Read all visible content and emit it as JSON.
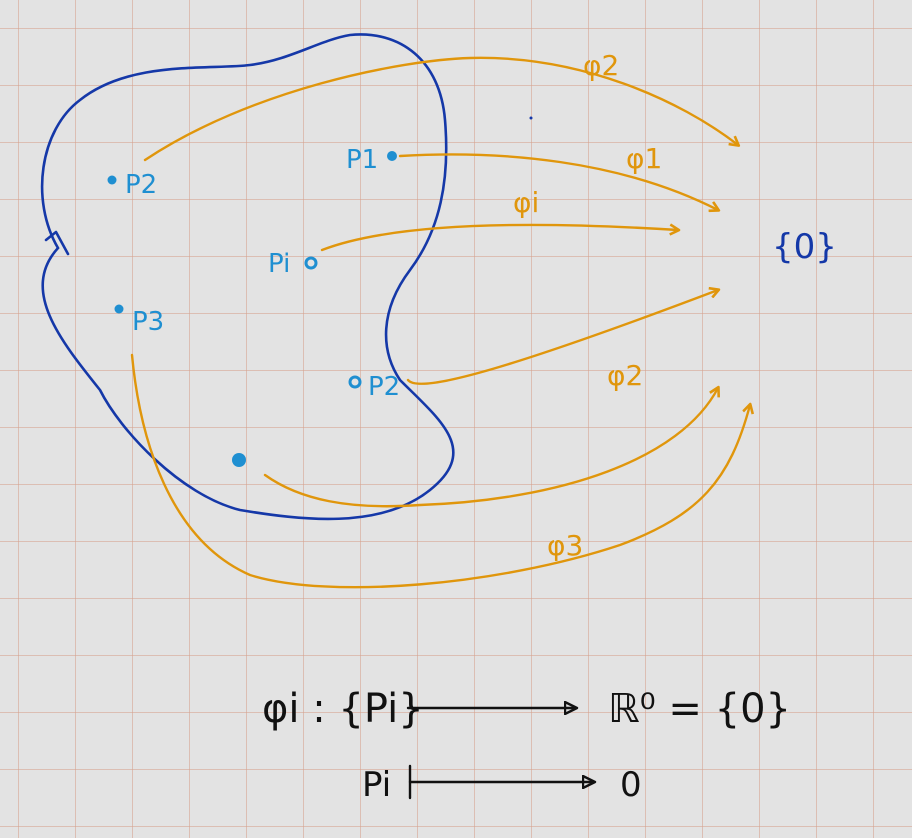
{
  "colors": {
    "blob": "#1538a8",
    "points": "#1f8fd1",
    "maps": "#e0960c",
    "ink": "#111111"
  },
  "points": {
    "p2_left": "P2",
    "p1": "P1",
    "pi": "Pi",
    "p3": "P3",
    "p2_inner": "P2"
  },
  "maps": {
    "phi2_top": "φ2",
    "phi1": "φ1",
    "phii": "φi",
    "phi2_mid": "φ2",
    "phi3": "φ3"
  },
  "target": "{0}",
  "formula": {
    "line1_left": "φi : {Pi}",
    "line1_right": "ℝ⁰ = {0}",
    "line2_left": "Pi",
    "line2_right": "0"
  }
}
